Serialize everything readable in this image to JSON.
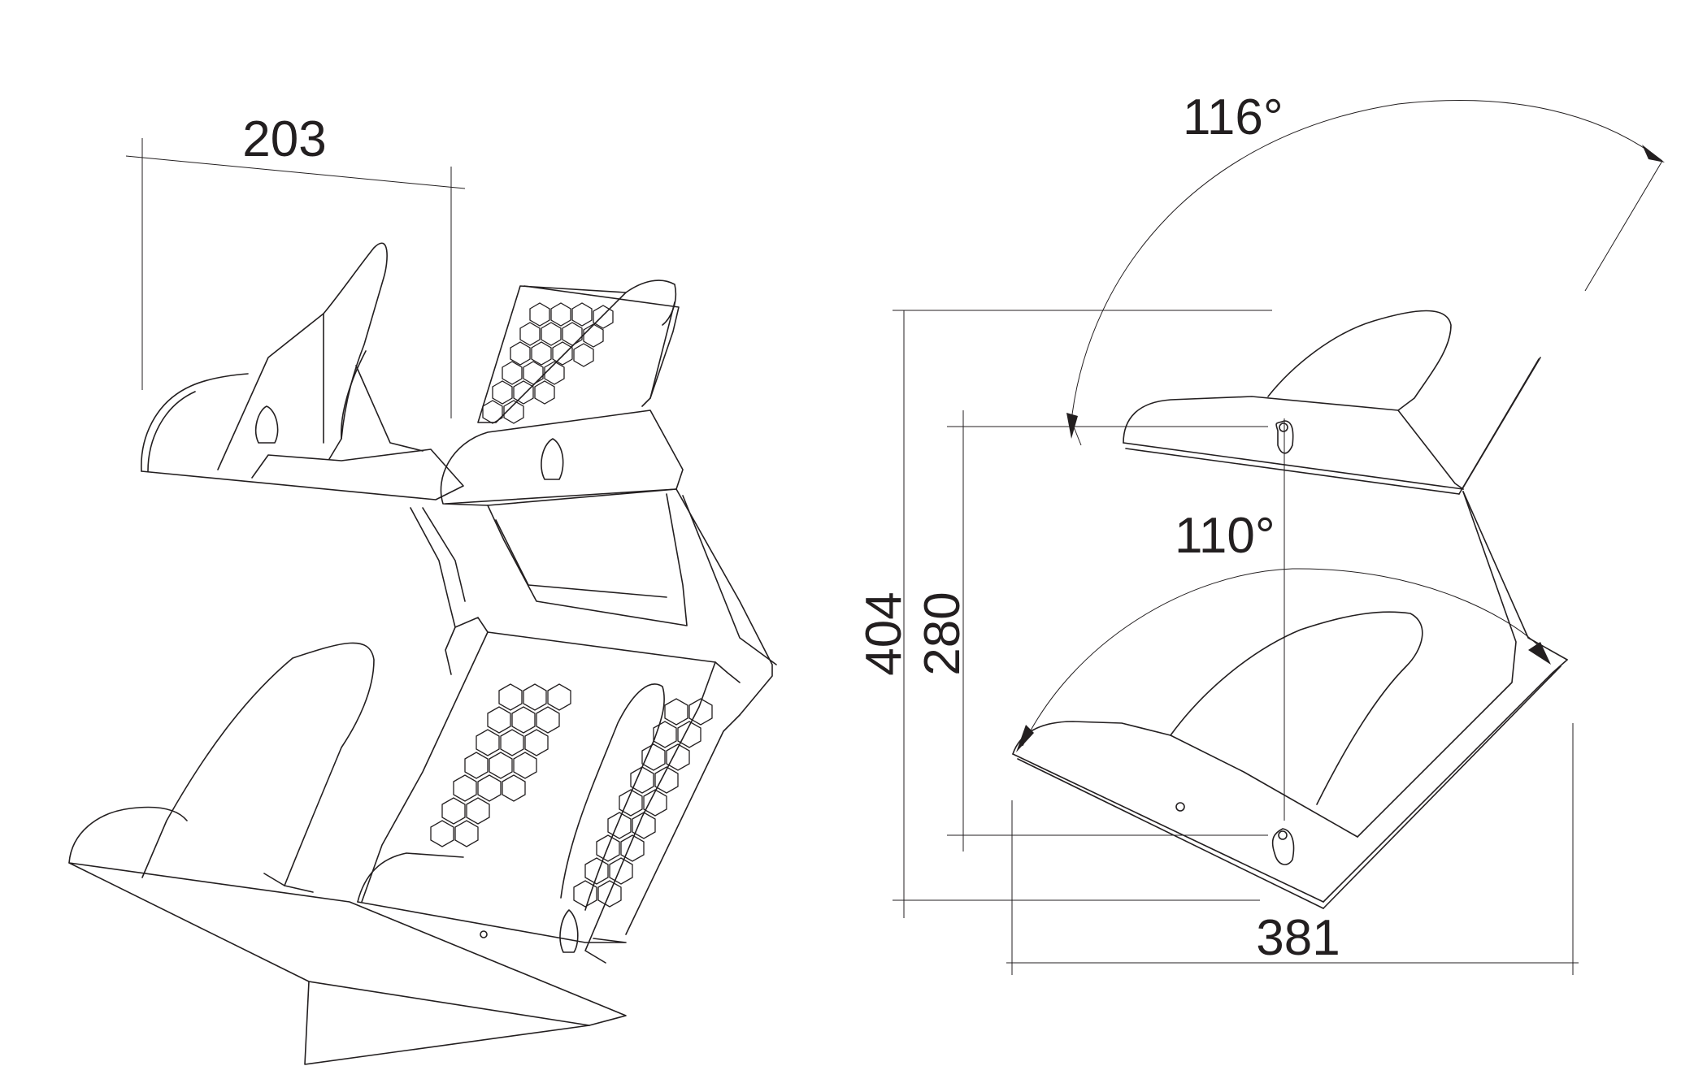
{
  "dimensions": {
    "width_top": "203",
    "angle_outer": "116°",
    "angle_inner": "110°",
    "height_total": "404",
    "height_mount": "280",
    "depth": "381"
  },
  "colors": {
    "ink": "#231f20",
    "background": "#ffffff"
  }
}
